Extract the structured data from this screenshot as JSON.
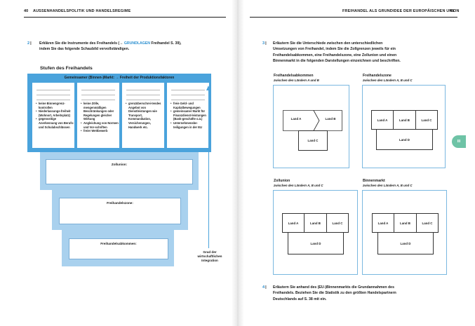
{
  "header": {
    "left_page_number": "40",
    "left_title": "AUSSENHANDELSPOLITIK UND HANDELSREGIME",
    "right_title": "FREIHANDEL ALS GRUNDIDEE DER EUROPÄISCHEN UNION",
    "right_page_number": "41"
  },
  "left": {
    "task2": {
      "number": "2",
      "line1_pre": "Erklären Sie die Instrumente des Freihandels (",
      "line1_arrow": "→",
      "line1_link": "GRUNDLAGEN",
      "line1_post": " Freihandel S. 39),",
      "line2": "indem Sie das folgende Schaubild vervollständigen."
    },
    "stufen_title": "Stufen des Freihandels",
    "eu_header": "Gemeinsamer (Binnen-)Markt: → Freiheit der Produktionsfaktoren",
    "cards": [
      {
        "items": [
          "keine Binnengrenz-kontrollen",
          "Niederlassungs-freiheit (Wohnort, Arbeitsplatz)",
          "gegenseitige Anerkennung von Berufs- und Schulabschlüssen"
        ]
      },
      {
        "items": [
          "keine Zölle, mengenmäßigen Beschränkungen oder Regelungen gleicher Wirkung",
          "Angleichung von Normen und Vor-schriften",
          "freier Wettbewerb"
        ]
      },
      {
        "items": [
          "grenzüberschrei-tendes Angebot von Dienstleistungen wie Transport, Kommunikation, Versicherungen, Handwerk etc."
        ]
      },
      {
        "items": [
          "freie Geld- und Kapitalbewegungen",
          "gemeinsamer Markt für Finanzdienst-leistungen (Bank-geschäfte o.ä.)",
          "Unternehmensbe-teiligungen in der EU"
        ]
      }
    ],
    "zollunion_label": "Zollunion:",
    "freihandelszone_label": "Freihandelszone:",
    "freihandelsabkommen_label": "Freihandelsabkommen:",
    "grad_lines": [
      "Grad der",
      "wirtschaftlichen",
      "Integration"
    ]
  },
  "right": {
    "task3": {
      "number": "3",
      "lines": [
        "Erläutern Sie die Unterschiede zwischen den unterschiedlichen",
        "Umsetzungen von Freihandel, indem Sie die Zollgrenzen jeweils für ein",
        "Freihandelsabkommen, eine Freihandelszone, eine Zollunion und einen",
        "Binnenmarkt in die folgenden Darstellungen einzeichnen und beschriften."
      ]
    },
    "diagrams": [
      {
        "title": "Freihandelsabkommen",
        "subtitle": "zwischen den Ländern A und B",
        "lands": [
          "Land A",
          "Land B",
          "Land C"
        ]
      },
      {
        "title": "Freihandelszone",
        "subtitle": "zwischen den Ländern A, B und C",
        "lands": [
          "Land A",
          "Land B",
          "Land C",
          "Land D"
        ]
      },
      {
        "title": "Zollunion",
        "subtitle": "zwischen den Ländern A, B und C",
        "lands": [
          "Land A",
          "Land B",
          "Land C",
          "Land D"
        ]
      },
      {
        "title": "Binnenmarkt",
        "subtitle": "zwischen den Ländern A, B und C",
        "lands": [
          "Land A",
          "Land B",
          "Land C",
          "Land D"
        ]
      }
    ],
    "task4": {
      "number": "4",
      "lines": [
        "Erläutern Sie anhand des (EU-)Binnenmarkts die Grundannahmen des",
        "Freihandels. Beziehen Sie die Statistik zu den größten Handelspartnern",
        "Deutschlands auf S. 38 mit ein."
      ]
    },
    "side_tab": "III"
  }
}
